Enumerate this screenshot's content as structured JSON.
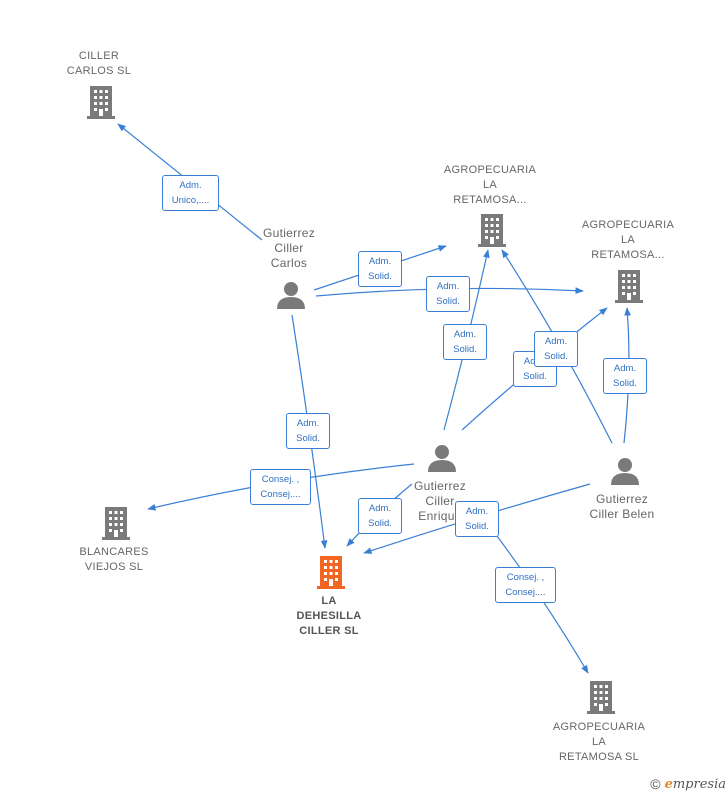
{
  "nodes": {
    "ciller_carlos_sl": {
      "label": "CILLER\nCARLOS  SL",
      "type": "company"
    },
    "agro_1": {
      "label": "AGROPECUARIA\nLA\nRETAMOSA...",
      "type": "company"
    },
    "agro_2": {
      "label": "AGROPECUARIA\nLA\nRETAMOSA...",
      "type": "company"
    },
    "gutierrez_carlos": {
      "label": "Gutierrez\nCiller\nCarlos",
      "type": "person"
    },
    "gutierrez_enrique": {
      "label": "Gutierrez\nCiller\nEnrique",
      "type": "person"
    },
    "gutierrez_belen": {
      "label": "Gutierrez\nCiller Belen",
      "type": "person"
    },
    "blancares": {
      "label": "BLANCARES\nVIEJOS SL",
      "type": "company"
    },
    "dehesilla": {
      "label": "LA\nDEHESILLA\nCILLER  SL",
      "type": "company-highlight"
    },
    "agro_sl": {
      "label": "AGROPECUARIA\nLA\nRETAMOSA SL",
      "type": "company"
    }
  },
  "edges": [
    {
      "label": "Adm.\nUnico,...."
    },
    {
      "label": "Adm.\nSolid."
    },
    {
      "label": "Adm.\nSolid."
    },
    {
      "label": "Adm.\nSolid."
    },
    {
      "label": "Adm.\nSolid."
    },
    {
      "label": "Adm.\nSolid."
    },
    {
      "label": "Adm.\nSolid."
    },
    {
      "label": "Adm.\nSolid."
    },
    {
      "label": "Consej. ,\nConsej...."
    },
    {
      "label": "Adm.\nSolid."
    },
    {
      "label": "Adm.\nSolid."
    },
    {
      "label": "Consej. ,\nConsej...."
    }
  ],
  "colors": {
    "edge": "#3a7fd5",
    "company_icon": "#7a7a7a",
    "highlight_icon": "#f26522",
    "person_icon": "#7a7a7a"
  },
  "brand": {
    "copyright": "©",
    "initial": "e",
    "rest": "mpresia"
  }
}
